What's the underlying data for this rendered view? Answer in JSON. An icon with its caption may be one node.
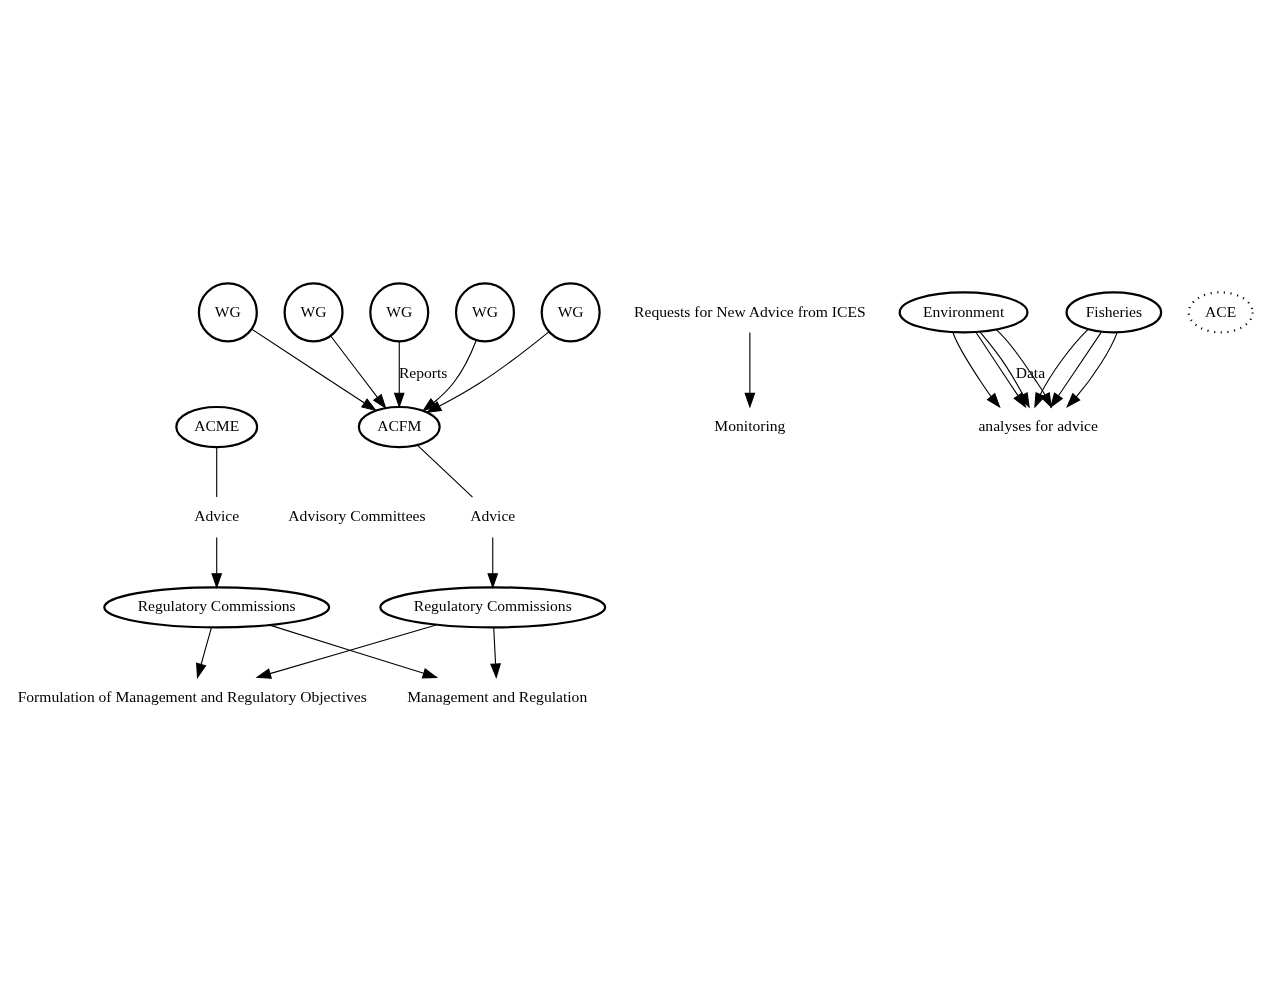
{
  "diagram": {
    "nodes": [
      {
        "text": [
          "Formulation of Management and Regulatory Objectives"
        ]
      },
      {
        "text": [
          "Requests for New Advice from ICES"
        ]
      },
      {
        "text": [
          "Monitoring"
        ]
      },
      {
        "text": [
          "Environment"
        ]
      },
      {
        "text": [
          "Fisheries"
        ]
      },
      {
        "text": [
          "analyses for advice"
        ]
      },
      {
        "text": [
          "Regulatory Commissions"
        ]
      },
      {
        "text": [
          "Management and Regulation"
        ]
      },
      {
        "text": [
          "Regulatory Commissions"
        ]
      },
      {
        "text": [
          "Advice"
        ]
      },
      {
        "text": [
          "Advice"
        ]
      },
      {
        "text": [
          "ACME"
        ]
      },
      {
        "text": [
          "ACE"
        ]
      },
      {
        "text": [
          "ACFM"
        ]
      },
      {
        "text": [
          "WG"
        ]
      },
      {
        "text": [
          "WG"
        ]
      },
      {
        "text": [
          "WG"
        ]
      },
      {
        "text": [
          "WG"
        ]
      },
      {
        "text": [
          "WG"
        ]
      }
    ],
    "edges": [
      {
        "from": 6,
        "to": 0,
        "arrow": "to"
      },
      {
        "from": 8,
        "to": 0,
        "arrow": "to"
      },
      {
        "from": 1,
        "to": 2,
        "arrow": "to"
      },
      {
        "from": 6,
        "to": 7,
        "arrow": "to"
      },
      {
        "from": 8,
        "to": 7,
        "arrow": "to"
      },
      {
        "from": 9,
        "to": 6,
        "arrow": "to"
      },
      {
        "from": 10,
        "to": 8,
        "arrow": "to"
      },
      {
        "from": 11,
        "to": 9,
        "arrow": "none"
      },
      {
        "from": 13,
        "to": 10,
        "arrow": "none"
      },
      {
        "from": 3,
        "to": 5,
        "arrow": "to"
      },
      {
        "from": 3,
        "to": 5,
        "arrow": "to"
      },
      {
        "from": 3,
        "to": 5,
        "arrow": "to"
      },
      {
        "from": 3,
        "to": 5,
        "label": "Data",
        "arrow": "to"
      },
      {
        "from": 4,
        "to": 5,
        "arrow": "to"
      },
      {
        "from": 4,
        "to": 5,
        "arrow": "to"
      },
      {
        "from": 4,
        "to": 5,
        "arrow": "to"
      },
      {
        "from": 14,
        "to": 13,
        "arrow": "to"
      },
      {
        "from": 15,
        "to": 13,
        "arrow": "to"
      },
      {
        "from": 16,
        "to": 13,
        "label": "Reports",
        "arrow": "to"
      },
      {
        "from": 17,
        "to": 13,
        "arrow": "to"
      },
      {
        "from": 18,
        "to": 13,
        "arrow": "to"
      }
    ],
    "labels": [
      "Advisory Committees"
    ]
  }
}
